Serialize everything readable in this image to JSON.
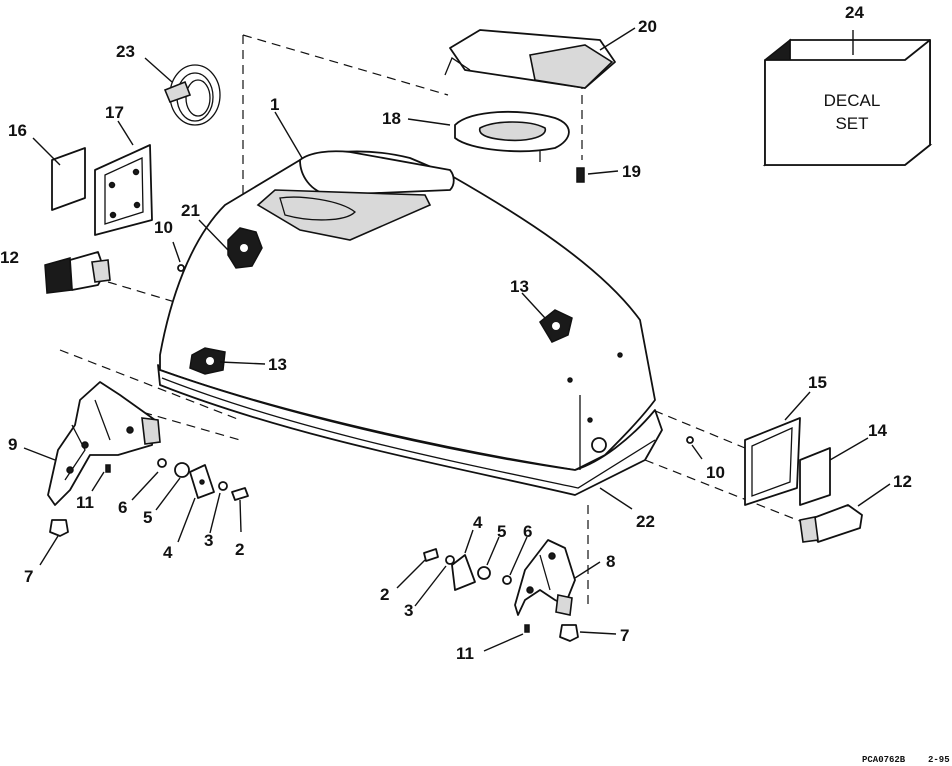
{
  "decal": {
    "line1": "DECAL",
    "line2": "SET"
  },
  "callouts": {
    "c1": "1",
    "c2a": "2",
    "c2b": "2",
    "c3a": "3",
    "c3b": "3",
    "c4a": "4",
    "c4b": "4",
    "c5a": "5",
    "c5b": "5",
    "c6a": "6",
    "c6b": "6",
    "c7a": "7",
    "c7b": "7",
    "c8": "8",
    "c9": "9",
    "c10a": "10",
    "c10b": "10",
    "c11a": "11",
    "c11b": "11",
    "c12a": "12",
    "c12b": "12",
    "c13a": "13",
    "c13b": "13",
    "c14": "14",
    "c15": "15",
    "c16": "16",
    "c17": "17",
    "c18": "18",
    "c19": "19",
    "c20": "20",
    "c21": "21",
    "c22": "22",
    "c23": "23",
    "c24": "24"
  },
  "footer": {
    "code": "PCA0762B",
    "date": "2-95"
  }
}
